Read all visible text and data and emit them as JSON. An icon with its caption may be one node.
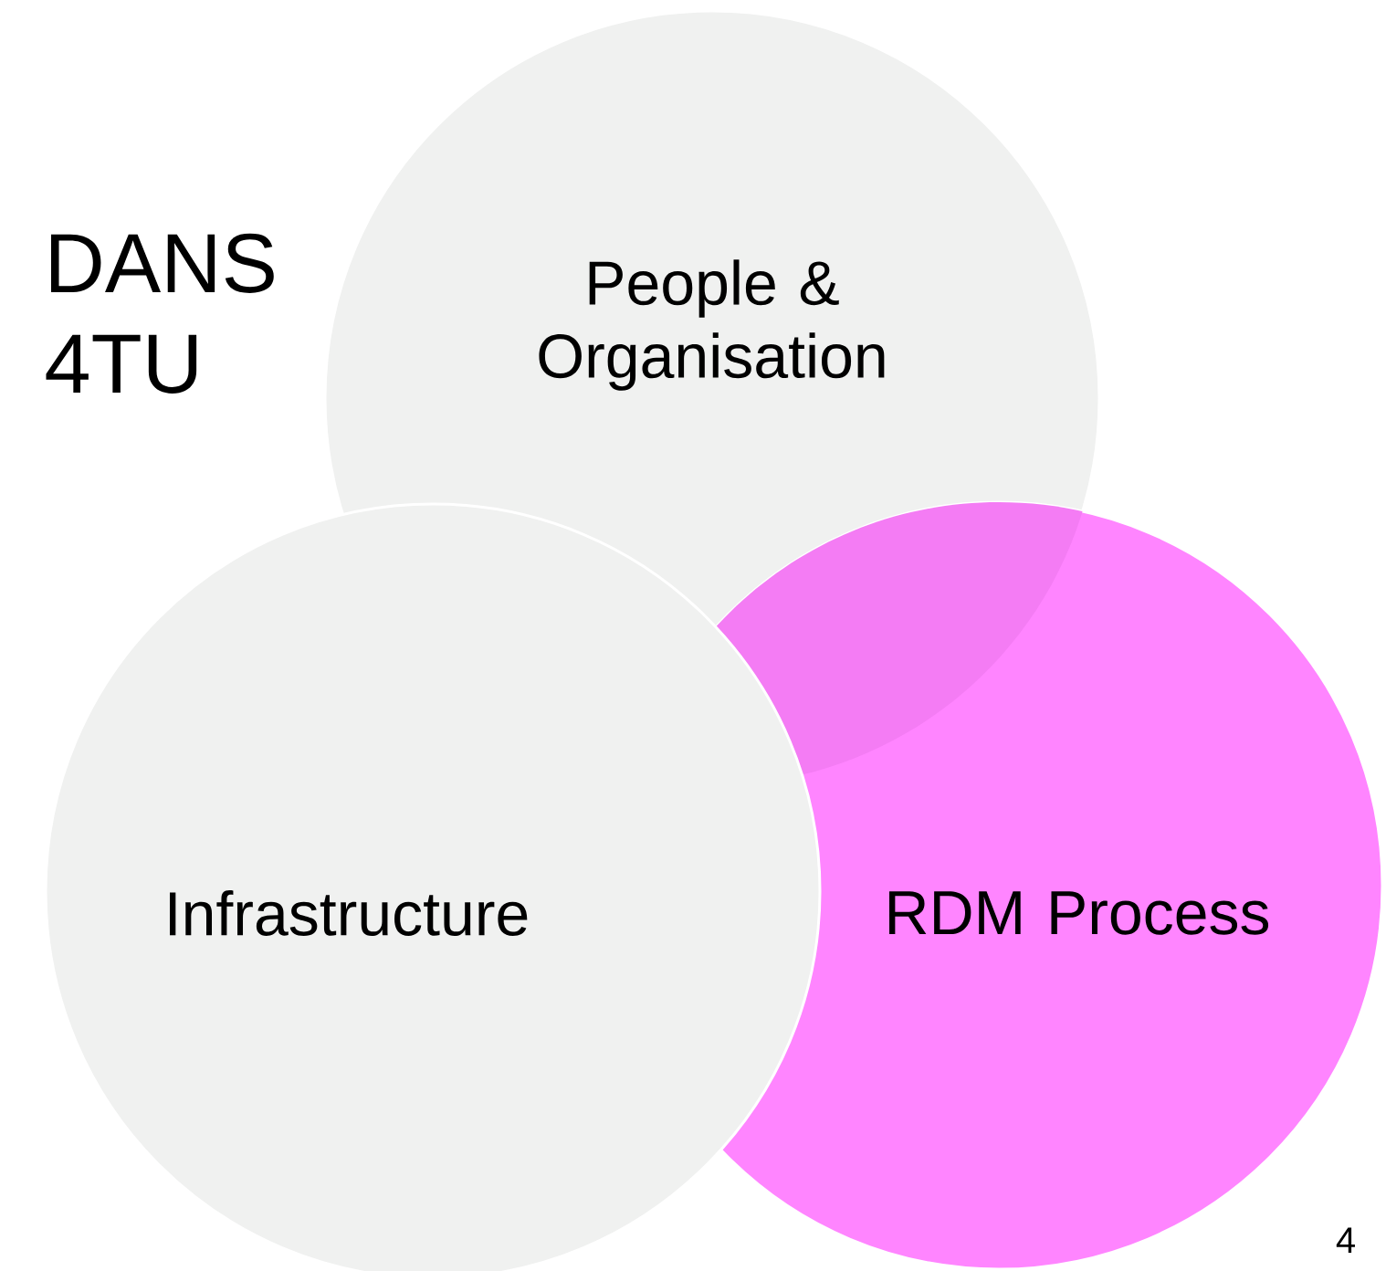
{
  "diagram": {
    "nodes": [
      {
        "text": [
          "People & Organisation"
        ]
      },
      {
        "text": [
          "Infrastructure"
        ]
      },
      {
        "text": [
          "RDM Process"
        ]
      }
    ],
    "labels": [
      "DANS",
      "4TU",
      "4"
    ]
  }
}
